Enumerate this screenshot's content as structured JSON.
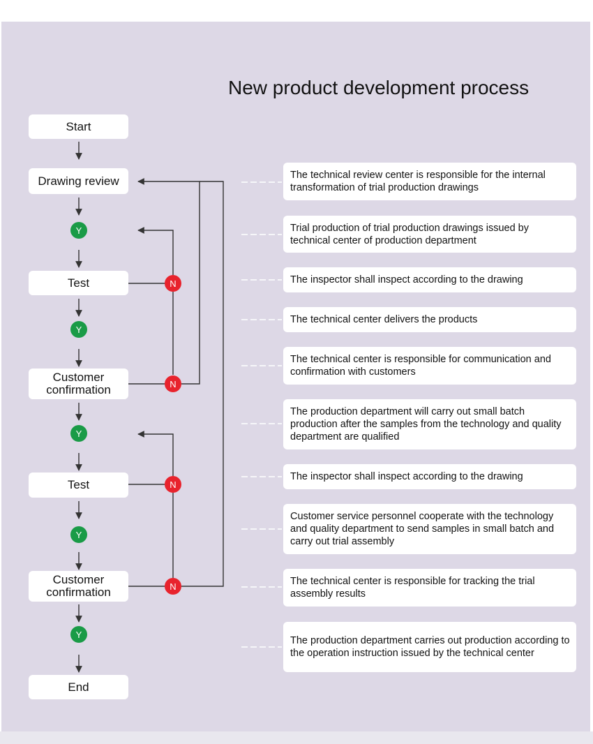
{
  "title": "New product development process",
  "flow": {
    "start": "Start",
    "drawing_review": "Drawing review",
    "test1": "Test",
    "confirm1": "Customer confirmation",
    "test2": "Test",
    "confirm2": "Customer confirmation",
    "end": "End",
    "yes_label": "Y",
    "no_label": "N"
  },
  "descriptions": [
    "The technical review center is responsible for the internal transformation of trial production drawings",
    "Trial production of trial production drawings issued by technical center of production department",
    "The inspector shall inspect according to the drawing",
    "The technical center delivers the products",
    "The technical center is responsible for communication and confirmation with customers",
    "The production department will carry out small batch production after the samples from the technology and quality department are qualified",
    "The inspector shall inspect according to the drawing",
    "Customer service personnel cooperate with the technology and quality department to send samples in small batch and carry out trial assembly",
    "The technical center is responsible for tracking the trial assembly results",
    "The production department carries out production according to the operation instruction issued by the technical center"
  ],
  "colors": {
    "background": "#ddd8e6",
    "yes": "#1a9b47",
    "no": "#e8232d",
    "line": "#333333"
  }
}
